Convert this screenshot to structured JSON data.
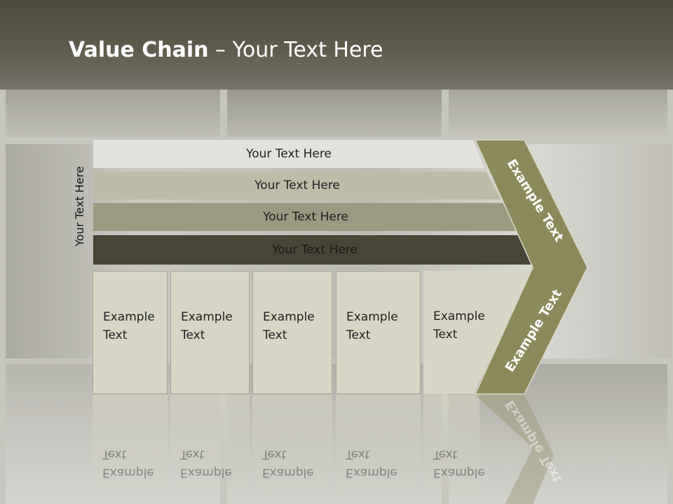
{
  "slide": {
    "title_bold": "Value Chain",
    "title_rest": " – Your Text Here",
    "side_label": "Your Text Here"
  },
  "rows": [
    {
      "label": "Your Text Here"
    },
    {
      "label": "Your Text Here"
    },
    {
      "label": "Your Text Here"
    },
    {
      "label": "Your Text Here"
    }
  ],
  "boxes": [
    {
      "line1": "Example",
      "line2": "Text"
    },
    {
      "line1": "Example",
      "line2": "Text"
    },
    {
      "line1": "Example",
      "line2": "Text"
    },
    {
      "line1": "Example",
      "line2": "Text"
    },
    {
      "line1": "Example",
      "line2": "Text"
    }
  ],
  "chevron": {
    "top_label": "Example Text",
    "bottom_label": "Example Text",
    "color": "#8c8a5d"
  },
  "colors": {
    "header": "#4c4a3c",
    "row1": "#e3e2dc",
    "row2": "#bebca7",
    "row3": "#9b997f",
    "row4": "#474535",
    "box": "#d7d6c4"
  }
}
